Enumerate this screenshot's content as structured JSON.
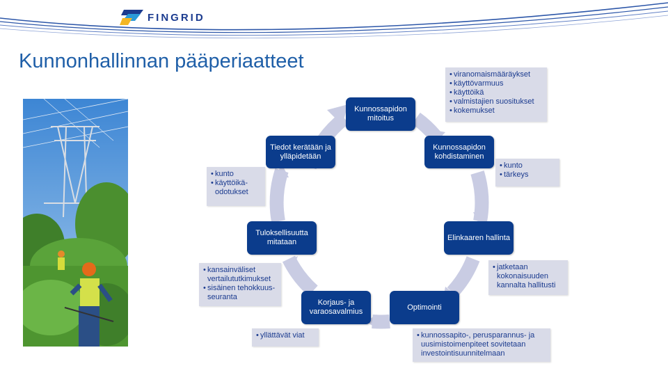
{
  "header": {
    "logo_text": "FINGRID",
    "logo_icon": "fingrid-flag-icon",
    "brand_color": "#1b3b8f"
  },
  "title": "Kunnonhallinnan pääperiaatteet",
  "photo": {
    "description_icon": "power-line-worker-photo-icon"
  },
  "cycle": {
    "node_color": "#0b3c8c",
    "arrow_color": "#c9cce3",
    "nodes": [
      {
        "id": "mitoitus",
        "label": "Kunnossapidon mitoitus"
      },
      {
        "id": "kohdistaminen",
        "label": "Kunnossapidon kohdistaminen"
      },
      {
        "id": "elinkaari",
        "label": "Elinkaaren hallinta"
      },
      {
        "id": "optimointi",
        "label": "Optimointi"
      },
      {
        "id": "korjaus",
        "label": "Korjaus- ja varaosavalmius"
      },
      {
        "id": "tuloksellisuus",
        "label": "Tuloksellisuutta mitataan"
      },
      {
        "id": "tiedot",
        "label": "Tiedot kerätään ja ylläpidetään"
      }
    ]
  },
  "notes": {
    "mitoitus": [
      "viranomaismääräykset",
      "käyttövarmuus",
      "käyttöikä",
      "valmistajien suositukset",
      "kokemukset"
    ],
    "kohdistaminen": [
      "kunto",
      "tärkeys"
    ],
    "tiedot": [
      "kunto",
      "käyttöikä-\nodotukset"
    ],
    "tuloksellisuus": [
      "kansainväliset vertailututkimukset",
      "sisäinen tehokkuus-\nseuranta"
    ],
    "elinkaari": [
      "jatketaan kokonaisuuden kannalta hallitusti"
    ],
    "korjaus": [
      "yllättävät viat"
    ],
    "optimointi": [
      "kunnossapito-, perusparannus- ja uusimistoimenpiteet sovitetaan investointisuunnitelmaan"
    ]
  }
}
